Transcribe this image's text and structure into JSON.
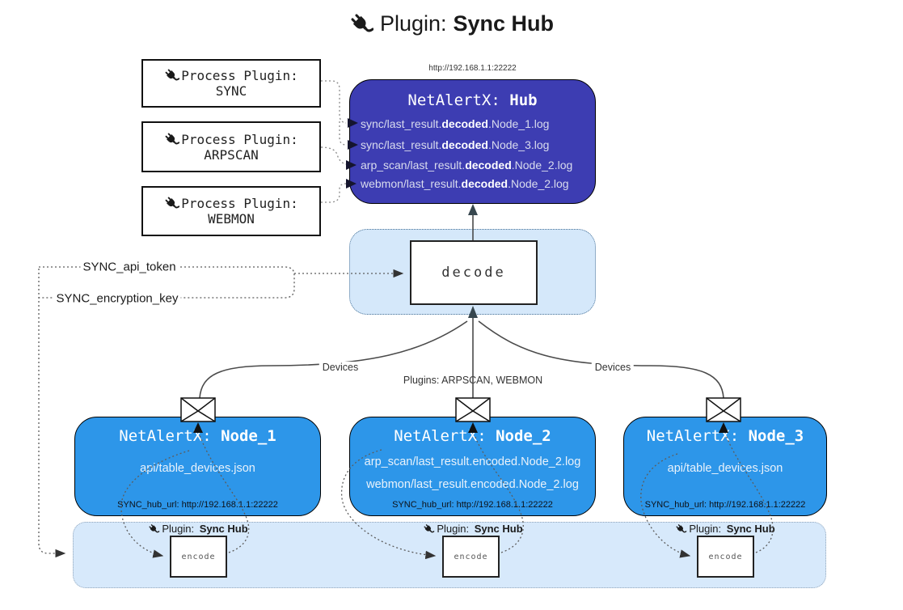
{
  "title": {
    "prefix": "Plugin: ",
    "name": "Sync Hub"
  },
  "hub": {
    "url": "http://192.168.1.1:22222",
    "prefix": "NetAlertX: ",
    "name": "Hub",
    "files": [
      {
        "pre": "sync/last_result.",
        "bold": "decoded",
        "post": ".Node_1.log"
      },
      {
        "pre": "sync/last_result.",
        "bold": "decoded",
        "post": ".Node_3.log"
      },
      {
        "pre": "arp_scan/last_result.",
        "bold": "decoded",
        "post": ".Node_2.log"
      },
      {
        "pre": "webmon/last_result.",
        "bold": "decoded",
        "post": ".Node_2.log"
      }
    ]
  },
  "process_plugins": [
    {
      "label": "Process Plugin:",
      "name": "SYNC"
    },
    {
      "label": "Process Plugin:",
      "name": "ARPSCAN"
    },
    {
      "label": "Process Plugin:",
      "name": "WEBMON"
    }
  ],
  "settings": {
    "api_token_label": "SYNC_api_token",
    "encryption_key_label": "SYNC_encryption_key"
  },
  "decode_box": {
    "label": "decode"
  },
  "edges": {
    "devices_left": "Devices",
    "devices_right": "Devices",
    "plugins_center": "Plugins: ARPSCAN, WEBMON"
  },
  "nodes": [
    {
      "prefix": "NetAlertX: ",
      "name": "Node_1",
      "files": [
        "api/table_devices.json"
      ],
      "hub_url": "SYNC_hub_url: http://192.168.1.1:22222"
    },
    {
      "prefix": "NetAlertX: ",
      "name": "Node_2",
      "files": [
        "arp_scan/last_result.encoded.Node_2.log",
        "webmon/last_result.encoded.Node_2.log"
      ],
      "hub_url": "SYNC_hub_url: http://192.168.1.1:22222"
    },
    {
      "prefix": "NetAlertX: ",
      "name": "Node_3",
      "files": [
        "api/table_devices.json"
      ],
      "hub_url": "SYNC_hub_url: http://192.168.1.1:22222"
    }
  ],
  "encode_plugin": {
    "prefix": "Plugin: ",
    "name": "Sync Hub",
    "box_label": "encode"
  },
  "colors": {
    "hub_fill": "#3D3DB2",
    "node_fill": "#2D96E9",
    "panel_fill": "#D7E9FB",
    "decode_panel_fill": "#D5E8FA",
    "line": "#4a4a4a",
    "text_dark": "#1a1a1a"
  }
}
